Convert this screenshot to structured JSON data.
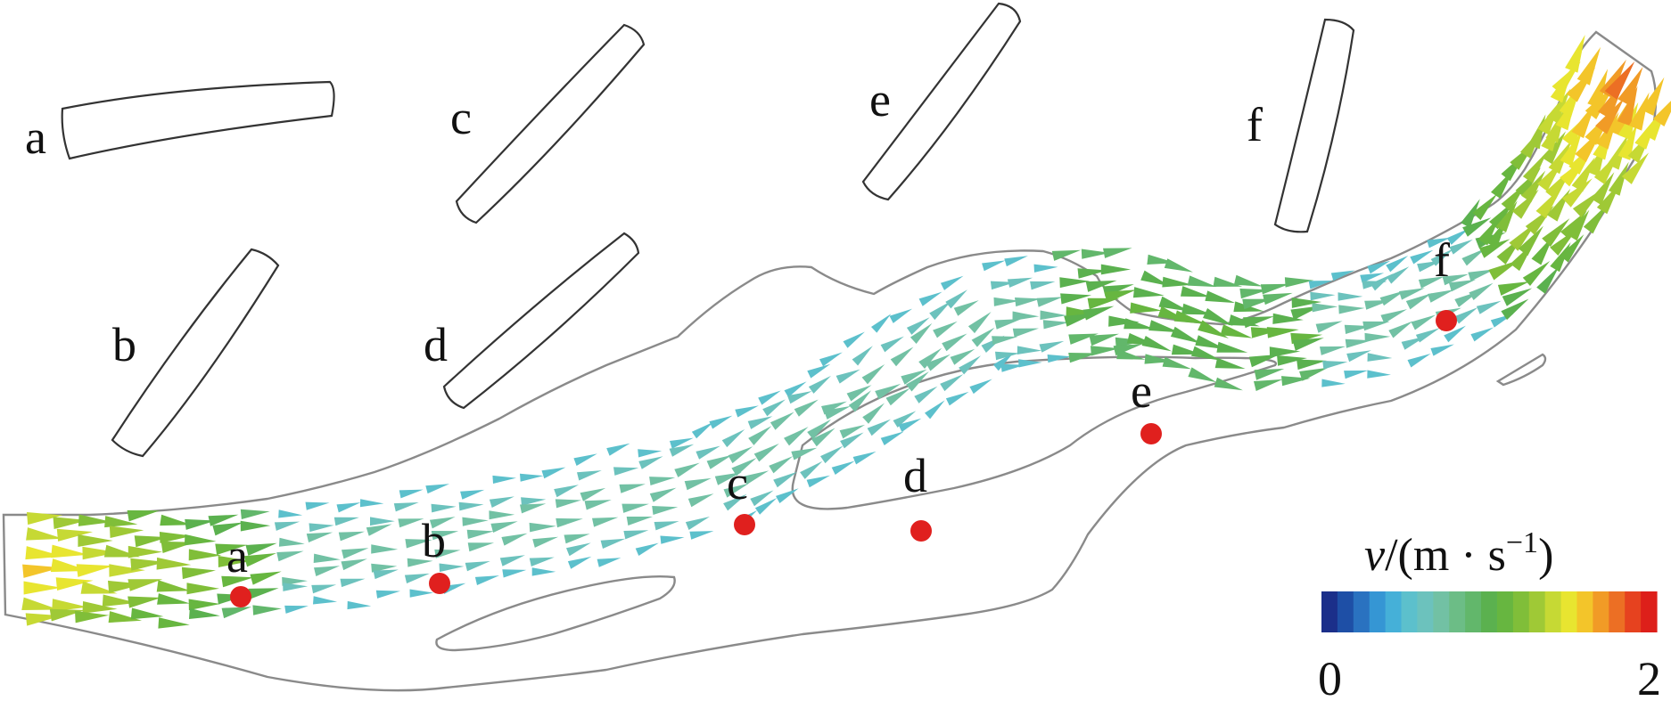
{
  "legend": {
    "var": "v",
    "slash": "/",
    "unit_open": "(m · s",
    "unit_sup": "−1",
    "unit_close": ")",
    "min_label": "0",
    "max_label": "2",
    "colors": [
      "#1b2f8a",
      "#1e4fa6",
      "#2a72c0",
      "#3596d4",
      "#45b0d8",
      "#5cc0cc",
      "#6cc2bd",
      "#72c1a4",
      "#6cbd86",
      "#62b76b",
      "#5bb14f",
      "#67b640",
      "#80be39",
      "#9fc936",
      "#c6d934",
      "#e8e530",
      "#f3c52a",
      "#f19b26",
      "#ec6f24",
      "#e6421f",
      "#dd1f1a"
    ]
  },
  "cross_sections": [
    {
      "id": "a",
      "label": "a"
    },
    {
      "id": "b",
      "label": "b"
    },
    {
      "id": "c",
      "label": "c"
    },
    {
      "id": "d",
      "label": "d"
    },
    {
      "id": "e",
      "label": "e"
    },
    {
      "id": "f",
      "label": "f"
    }
  ],
  "points": [
    {
      "id": "a",
      "label": "a"
    },
    {
      "id": "b",
      "label": "b"
    },
    {
      "id": "c",
      "label": "c"
    },
    {
      "id": "d",
      "label": "d"
    },
    {
      "id": "e",
      "label": "e"
    },
    {
      "id": "f",
      "label": "f"
    }
  ]
}
